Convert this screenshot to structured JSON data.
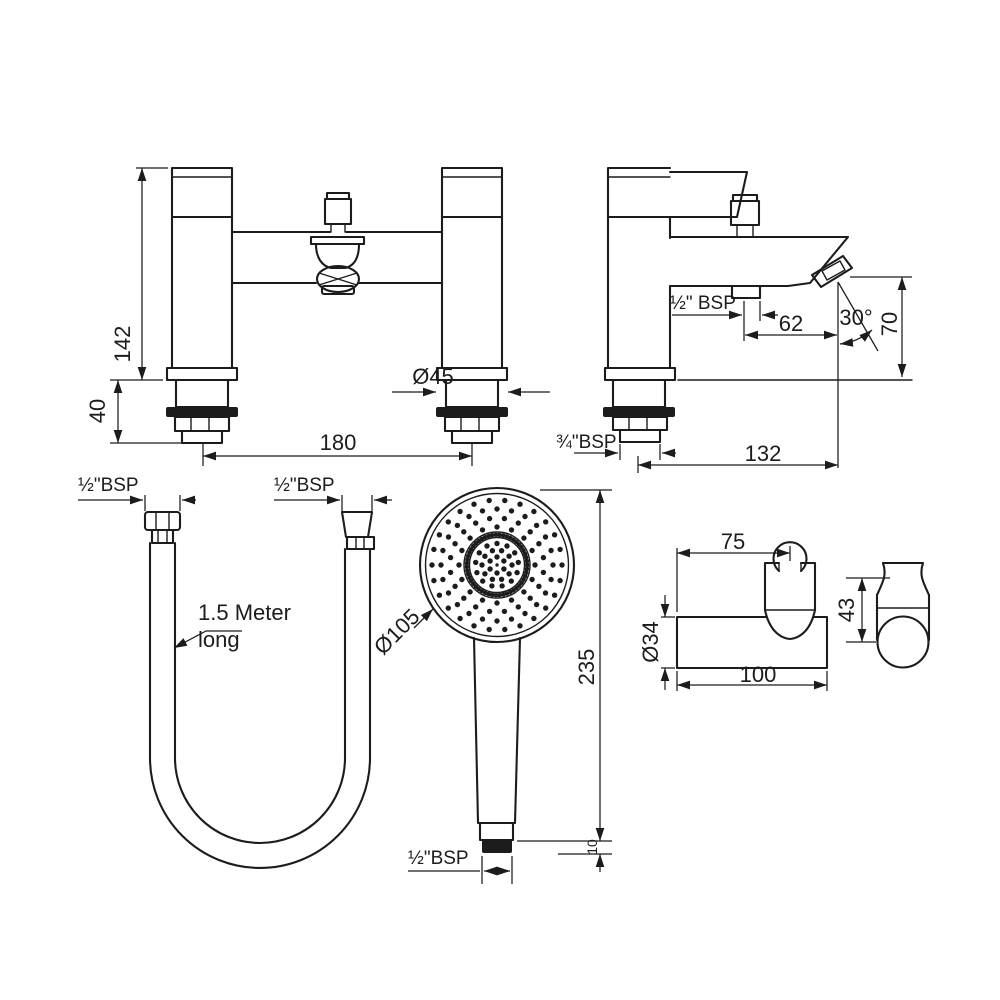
{
  "drawing_title": "Bath shower mixer technical drawing",
  "labels": {
    "front_height": "142",
    "front_base_height": "40",
    "front_tap_centres": "180",
    "front_tail_diameter": "Ø45",
    "side_shower_outlet_thread": "½\" BSP",
    "side_spout_projection": "62",
    "side_spout_angle": "30°",
    "side_spout_height": "70",
    "side_inlet_thread": "¾\"BSP",
    "side_total_projection": "132",
    "hose_left_thread": "½\"BSP",
    "hose_right_thread": "½\"BSP",
    "hose_length_note_1": "1.5 Meter",
    "hose_length_note_2": "long",
    "handset_face_diameter": "Ø105",
    "handset_length": "235",
    "handset_thread": "½\"BSP",
    "handset_connector_height": "10",
    "bracket_cradle_offset": "75",
    "bracket_tube_diameter": "Ø34",
    "bracket_length": "100",
    "bracket_depth": "43"
  }
}
